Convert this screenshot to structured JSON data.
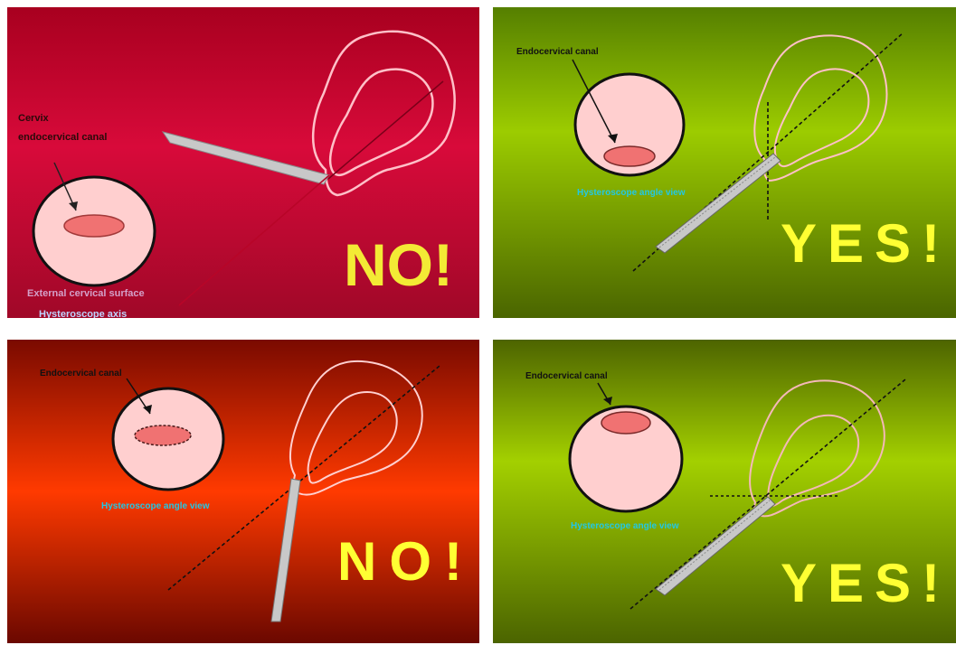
{
  "panels": [
    {
      "id": "p1",
      "background_colors": [
        "#c4002e",
        "#e0103f",
        "#a00828"
      ],
      "verdict": "NO!",
      "verdict_color": "#f3ea35",
      "canal_label": "Cervix\nendocervical canal",
      "plane_label": "External cervical surface",
      "plane_label_2": "Hysteroscope axis"
    },
    {
      "id": "p2",
      "background_colors": [
        "#4f7a00",
        "#96c400",
        "#4a6500"
      ],
      "verdict": "YES!",
      "verdict_color": "#ffff33",
      "canal_label": "Endocervical canal",
      "plane_label": "Hysteroscope angle view"
    },
    {
      "id": "p3",
      "background_colors": [
        "#7a0a00",
        "#ff3a00",
        "#6b0800"
      ],
      "verdict": "NO!",
      "verdict_color": "#ffff33",
      "canal_label": "Endocervical canal",
      "plane_label": "Hysteroscope angle view"
    },
    {
      "id": "p4",
      "background_colors": [
        "#4d6400",
        "#a3d000",
        "#4b6400"
      ],
      "verdict": "YES!",
      "verdict_color": "#ffff33",
      "canal_label": "Endocervical canal",
      "plane_label": "Hysteroscope angle view"
    }
  ],
  "colors": {
    "cervix_fill": "#ffcfcf",
    "canal_fill": "#f07272",
    "uterus_outline": "#ffc0c8",
    "instrument": "#c8c8c8",
    "label_dark": "#111111",
    "label_cyan": "#21c8e6"
  }
}
